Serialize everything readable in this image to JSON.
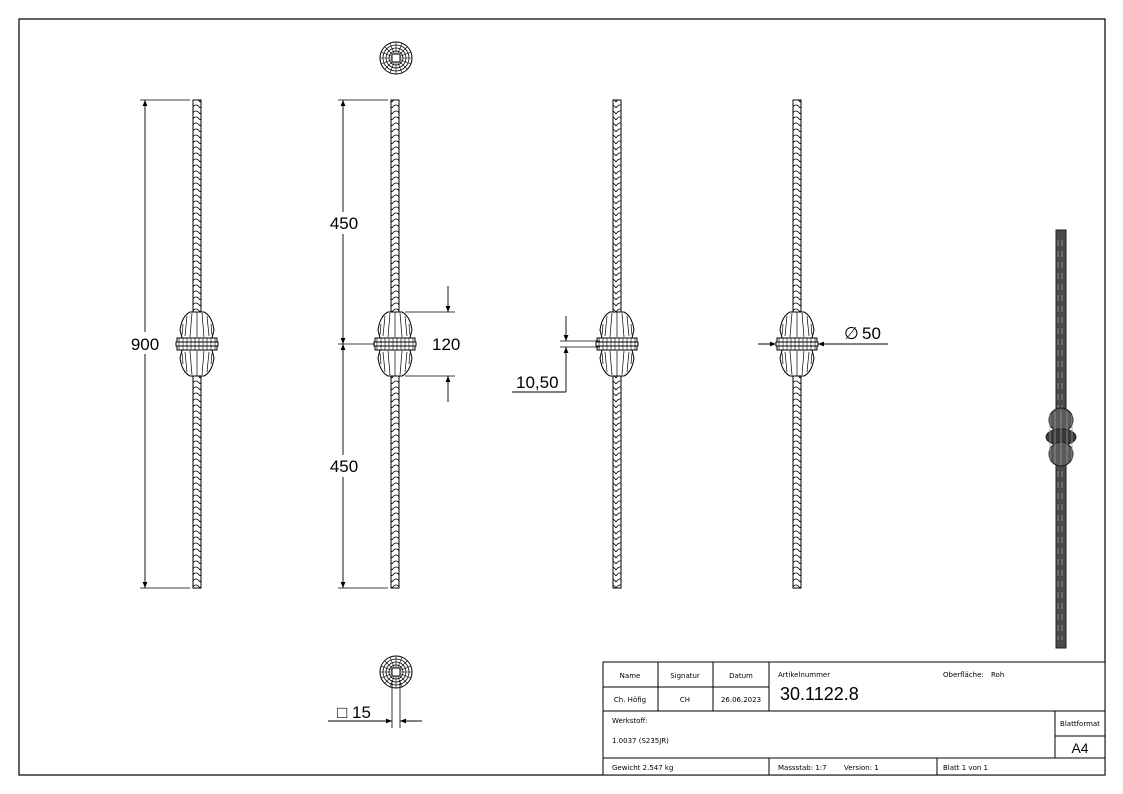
{
  "drawing": {
    "dimensions": {
      "overall_length": "900",
      "upper_length": "450",
      "lower_length": "450",
      "knot_height": "120",
      "ring_offset": "10,50",
      "knot_diameter": "50",
      "bar_section": "15",
      "diameter_symbol": "∅",
      "square_symbol": "□"
    },
    "colors": {
      "line": "#000000",
      "paper": "#ffffff",
      "shade_dark": "#3a3a3a",
      "shade_light": "#9a9a9a"
    }
  },
  "title_block": {
    "headers": {
      "name": "Name",
      "signature": "Signatur",
      "date": "Datum"
    },
    "values": {
      "name": "Ch. Höfig",
      "signature": "CH",
      "date": "26.06.2023"
    },
    "article_label": "Artikelnummer",
    "article_number": "30.1122.8",
    "surface_label": "Oberfläche:",
    "surface_value": "Roh",
    "material_label": "Werkstoff:",
    "material_value": "1.0037 (S235JR)",
    "sheet_format_label": "Blattformat",
    "sheet_format_value": "A4",
    "weight": "Gewicht 2.547 kg",
    "scale": "Massstab: 1:7",
    "version": "Version: 1",
    "sheet": "Blatt 1 von 1"
  }
}
